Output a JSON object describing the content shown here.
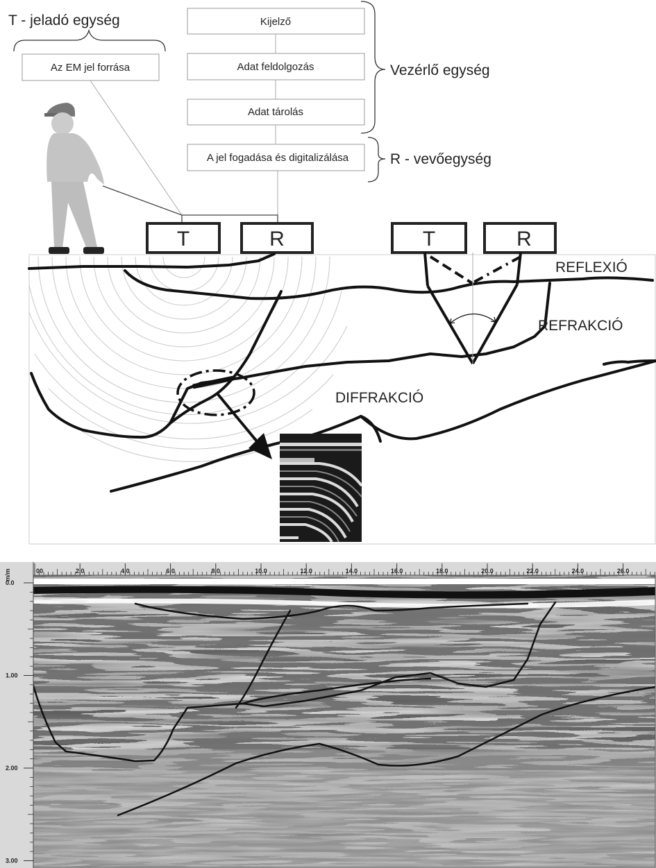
{
  "transmitter": {
    "title": "T - jeladó egység",
    "box": "Az EM jel forrása"
  },
  "control": {
    "title": "Vezérlő egység",
    "boxes": [
      "Kijelző",
      "Adat feldolgozás",
      "Adat tárolás"
    ]
  },
  "receiver": {
    "title": "R - vevőegység",
    "box": "A jel fogadása és digitalizálása"
  },
  "antennas": {
    "left": [
      "T",
      "R"
    ],
    "right": [
      "T",
      "R"
    ]
  },
  "phenomena": {
    "reflection": "REFLEXIÓ",
    "refraction": "REFRAKCIÓ",
    "diffraction": "DIFFRAKCIÓ"
  },
  "radargram": {
    "axis_unit": "m/m",
    "x_ticks": [
      "00",
      "2.0",
      "4.0",
      "6.0",
      "8.0",
      "10.0",
      "12.0",
      "14.0",
      "16.0",
      "18.0",
      "20.0",
      "22.0",
      "24.0",
      "26.0"
    ],
    "y_ticks": [
      "0.0",
      "1.00",
      "2.00",
      "3.00"
    ]
  }
}
